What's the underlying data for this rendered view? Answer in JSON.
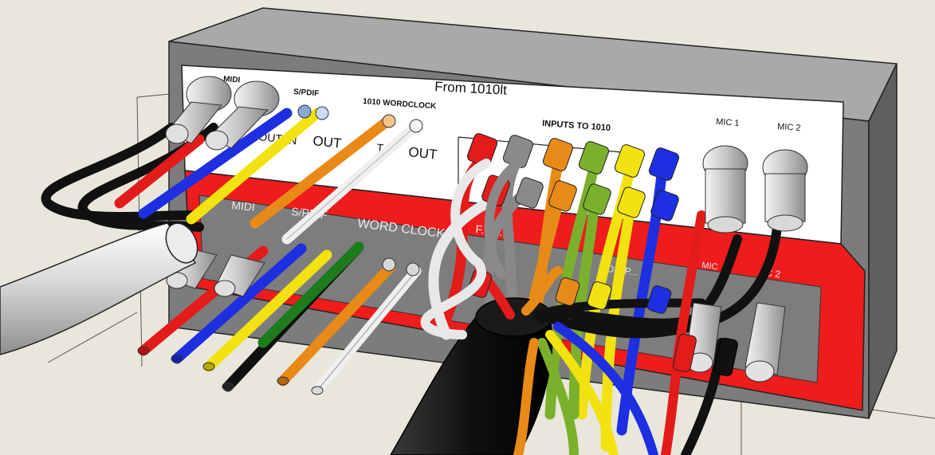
{
  "scene": {
    "box_title": "From 1010lt",
    "upper_panel": {
      "midi": "MIDI",
      "spdif": "S/PDIF",
      "spdif_in": "IN",
      "spdif_out": "OUT",
      "wordclock": "1010 WORDCLOCK",
      "wordclock_out": "OUT",
      "wordclock_t": "T",
      "midi_out": "OUT",
      "inputs": "INPUTS TO 1010",
      "mic1": "MIC 1",
      "mic2": "MIC 2"
    },
    "lower_panel": {
      "midi": "MIDI",
      "spdif": "S/PDIF",
      "word_clock": "WORD CLOCK",
      "center": "F... ...To",
      "from": "ROM P...",
      "mic": "MIC",
      "c2": "C 2"
    },
    "colors": {
      "panel_red": "#ee1c1c",
      "panel_gray": "#7d7d7d",
      "box_gray": "#b8b8b8",
      "floor": "#e9e7dc"
    }
  }
}
